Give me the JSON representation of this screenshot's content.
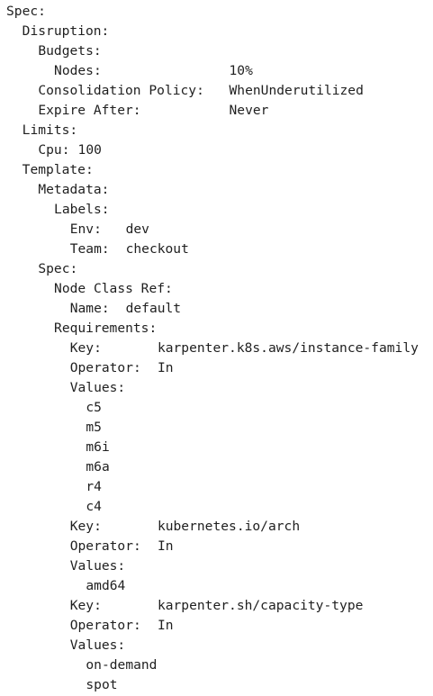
{
  "lines": [
    {
      "indent": 0,
      "key": "Spec:"
    },
    {
      "indent": 1,
      "key": "Disruption:"
    },
    {
      "indent": 2,
      "key": "Budgets:"
    },
    {
      "indent": 3,
      "key": "Nodes:",
      "value": "10%"
    },
    {
      "indent": 2,
      "key": "Consolidation Policy:",
      "value": "WhenUnderutilized"
    },
    {
      "indent": 2,
      "key": "Expire After:",
      "value": "Never"
    },
    {
      "indent": 1,
      "key": "Limits:"
    },
    {
      "indent": 2,
      "key": "Cpu:",
      "value": "100"
    },
    {
      "indent": 1,
      "key": "Template:"
    },
    {
      "indent": 2,
      "key": "Metadata:"
    },
    {
      "indent": 3,
      "key": "Labels:"
    },
    {
      "indent": 4,
      "key": "Env:",
      "value": "dev"
    },
    {
      "indent": 4,
      "key": "Team:",
      "value": "checkout"
    },
    {
      "indent": 2,
      "key": "Spec:"
    },
    {
      "indent": 3,
      "key": "Node Class Ref:"
    },
    {
      "indent": 4,
      "key": "Name:",
      "value": "default"
    },
    {
      "indent": 3,
      "key": "Requirements:"
    },
    {
      "indent": 4,
      "key": "Key:",
      "value": "karpenter.k8s.aws/instance-family"
    },
    {
      "indent": 4,
      "key": "Operator:",
      "value": "In"
    },
    {
      "indent": 4,
      "key": "Values:"
    },
    {
      "indent": 5,
      "key": "c5"
    },
    {
      "indent": 5,
      "key": "m5"
    },
    {
      "indent": 5,
      "key": "m6i"
    },
    {
      "indent": 5,
      "key": "m6a"
    },
    {
      "indent": 5,
      "key": "r4"
    },
    {
      "indent": 5,
      "key": "c4"
    },
    {
      "indent": 4,
      "key": "Key:",
      "value": "kubernetes.io/arch"
    },
    {
      "indent": 4,
      "key": "Operator:",
      "value": "In"
    },
    {
      "indent": 4,
      "key": "Values:"
    },
    {
      "indent": 5,
      "key": "amd64"
    },
    {
      "indent": 4,
      "key": "Key:",
      "value": "karpenter.sh/capacity-type"
    },
    {
      "indent": 4,
      "key": "Operator:",
      "value": "In"
    },
    {
      "indent": 4,
      "key": "Values:"
    },
    {
      "indent": 5,
      "key": "on-demand"
    },
    {
      "indent": 5,
      "key": "spot"
    }
  ]
}
